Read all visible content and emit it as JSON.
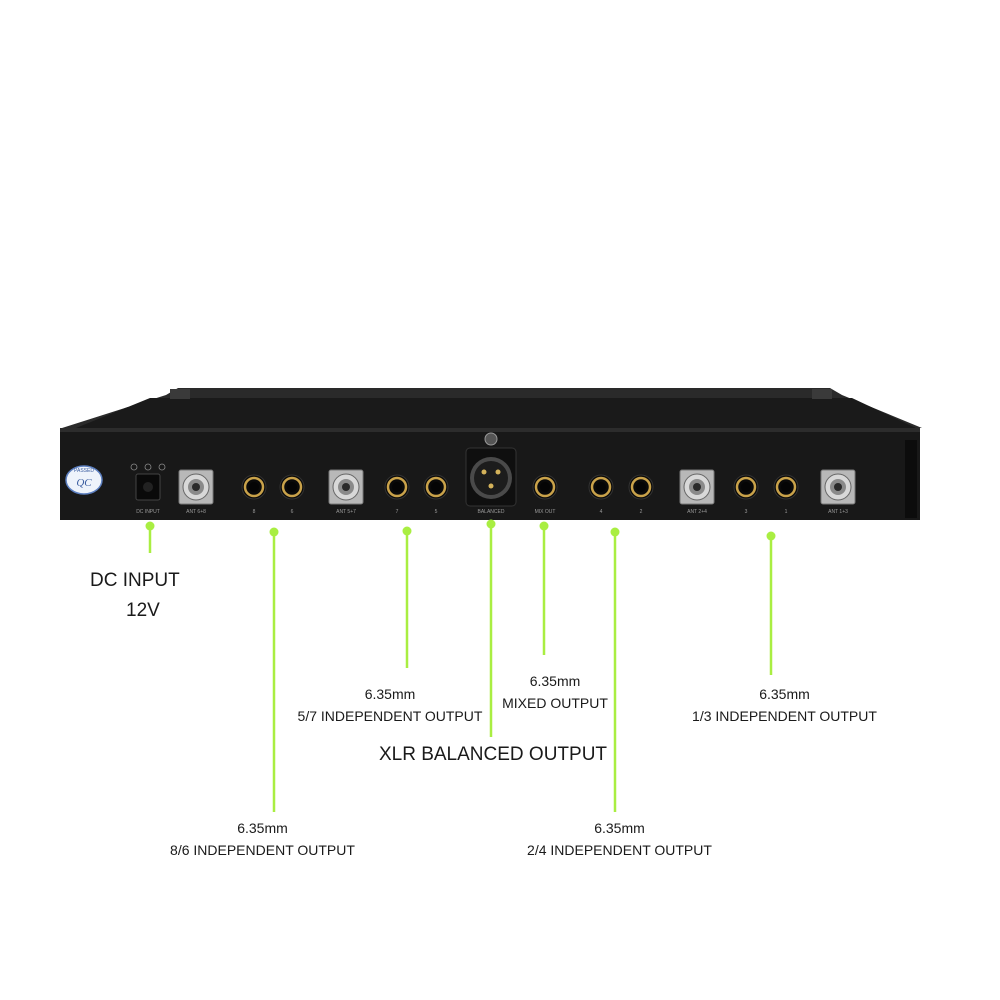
{
  "device": {
    "qc_badge_text": "QC",
    "qc_badge_arc": "PASSED",
    "panel_labels": {
      "dc_input": "DC INPUT",
      "ant_68": "ANT 6+8",
      "ch8": "8",
      "ch6": "6",
      "ant_57": "ANT 5+7",
      "ch7": "7",
      "ch5": "5",
      "balanced": "BALANCED",
      "mix_out": "MIX OUT",
      "ch4": "4",
      "ch2": "2",
      "ant_24": "ANT 2+4",
      "ch3": "3",
      "ch1": "1",
      "ant_13": "ANT 1+3"
    }
  },
  "callouts": {
    "dc_input": {
      "line1": "DC INPUT",
      "line2": "12V"
    },
    "out_57": {
      "line1": "6.35mm",
      "line2": "5/7 INDEPENDENT OUTPUT"
    },
    "mixed": {
      "line1": "6.35mm",
      "line2": "MIXED OUTPUT"
    },
    "out_13": {
      "line1": "6.35mm",
      "line2": "1/3 INDEPENDENT OUTPUT"
    },
    "xlr": {
      "line1": "XLR BALANCED OUTPUT"
    },
    "out_86": {
      "line1": "6.35mm",
      "line2": "8/6 INDEPENDENT OUTPUT"
    },
    "out_24": {
      "line1": "6.35mm",
      "line2": "2/4 INDEPENDENT OUTPUT"
    }
  },
  "colors": {
    "leader": "#a9ee42",
    "chassis": "#141414",
    "panel": "#1e1e1e",
    "jack_ring": "#c9a24a"
  }
}
